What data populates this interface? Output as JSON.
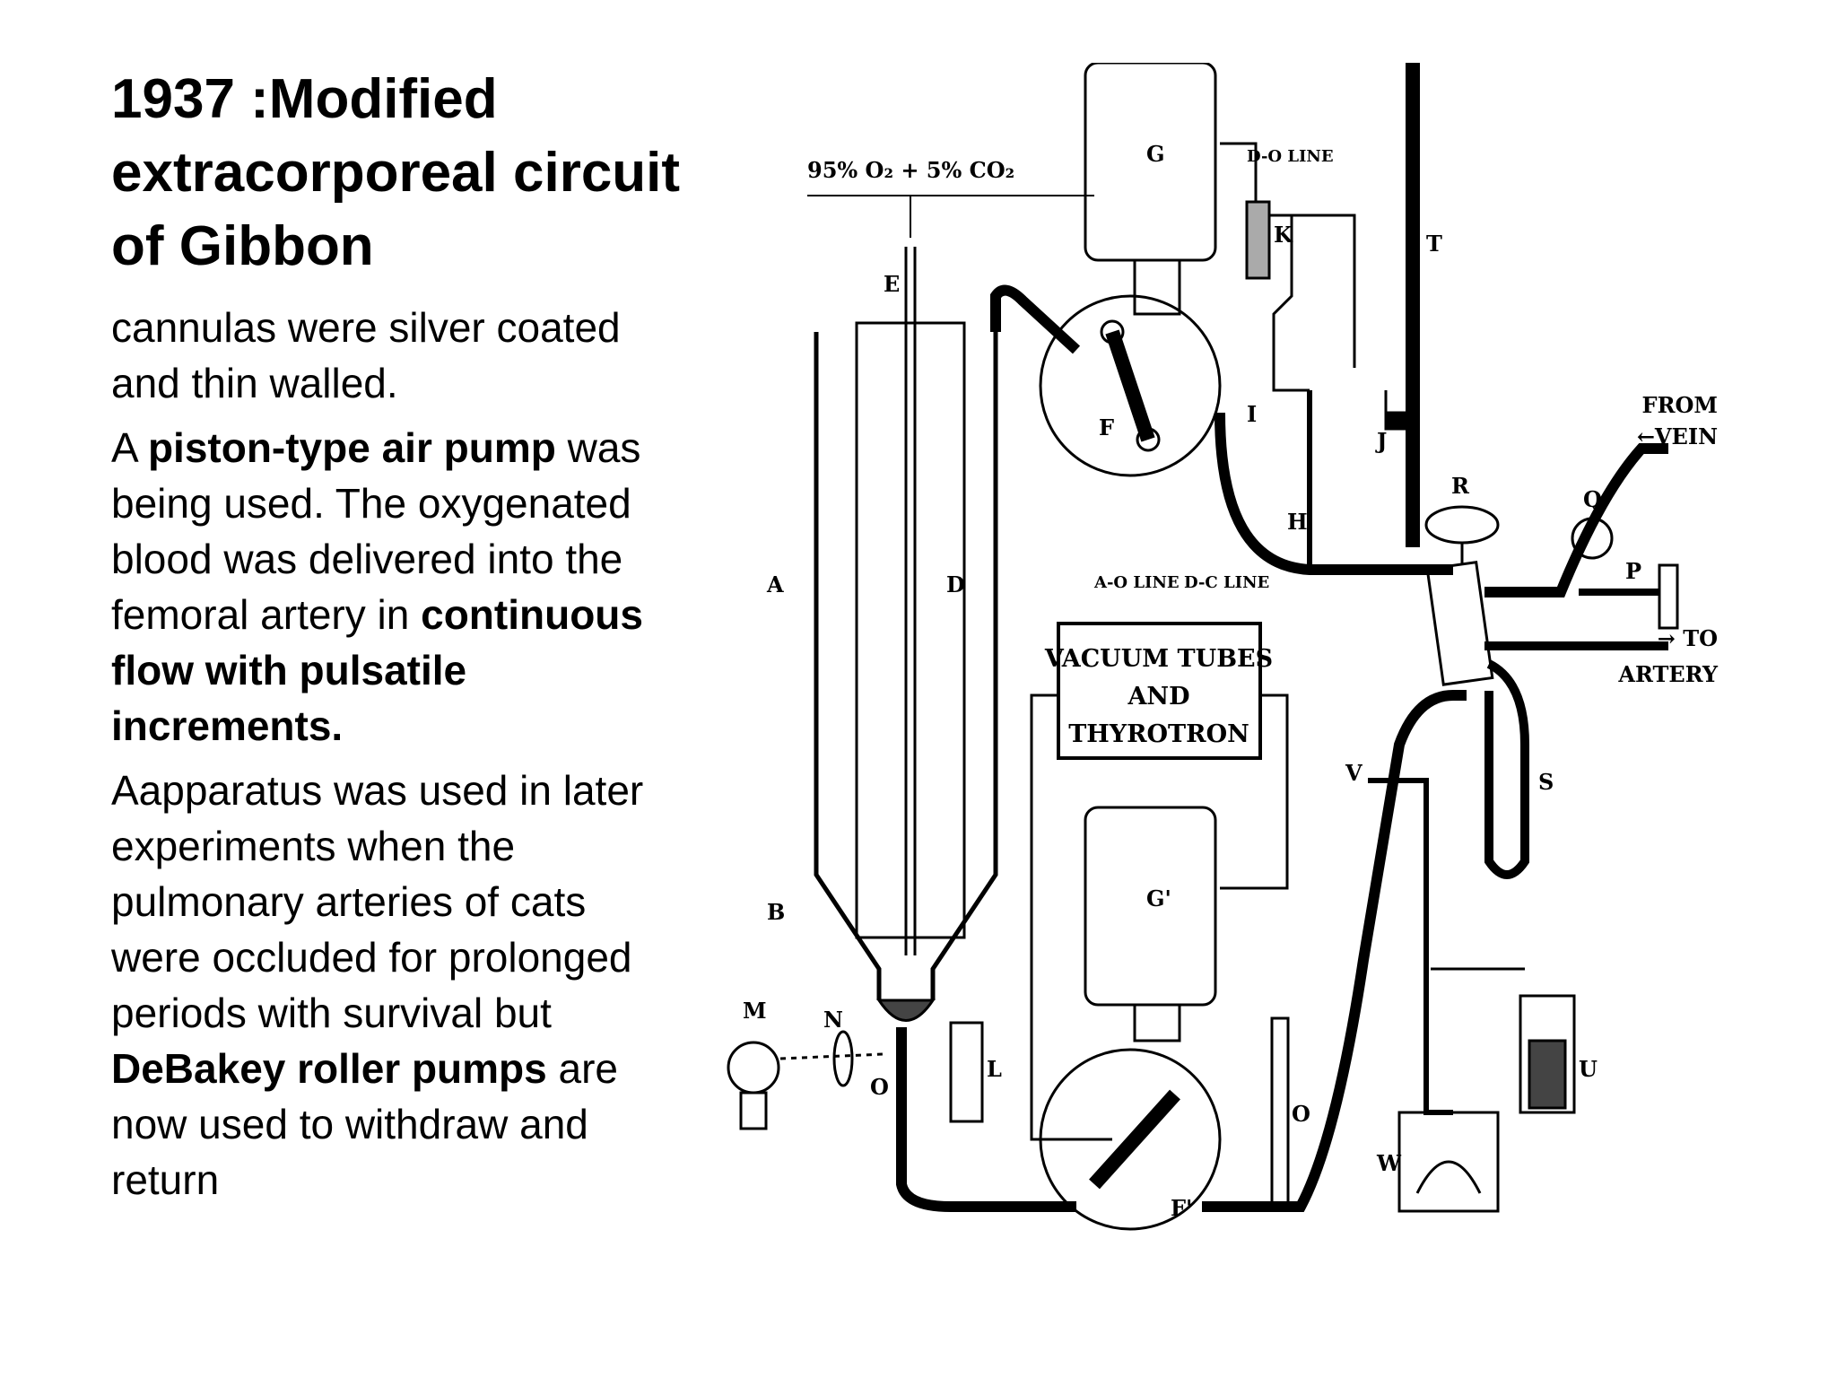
{
  "slide": {
    "title": "1937 :Modified extracorporeal circuit of Gibbon",
    "paragraphs": [
      {
        "runs": [
          {
            "text": "cannulas were silver coated and thin walled.",
            "bold": false
          }
        ]
      },
      {
        "runs": [
          {
            "text": " A ",
            "bold": false
          },
          {
            "text": "piston-type air pump",
            "bold": true
          },
          {
            "text": " was being used. The oxygenated blood was delivered into the femoral artery in ",
            "bold": false
          },
          {
            "text": "continuous flow with pulsatile increments.",
            "bold": true
          }
        ]
      },
      {
        "runs": [
          {
            "text": "Aapparatus was used in later experiments when the pulmonary arteries of cats were occluded for prolonged periods with survival but ",
            "bold": false
          },
          {
            "text": "DeBakey roller pumps",
            "bold": true
          },
          {
            "text": " are now used to withdraw and return",
            "bold": false
          }
        ]
      }
    ]
  },
  "figure": {
    "gas_label": "95% O₂ + 5% CO₂",
    "box_lines": [
      "VACUUM TUBES",
      "AND",
      "THYROTRON"
    ],
    "line_labels": {
      "do": "D-O LINE",
      "ao": "A-O LINE",
      "dc": "D-C LINE"
    },
    "from_vein": [
      "FROM",
      "←VEIN"
    ],
    "to_artery": [
      "→ TO",
      "ARTERY"
    ],
    "letters": {
      "A": "A",
      "B": "B",
      "D": "D",
      "E": "E",
      "F": "F",
      "F2": "F'",
      "G": "G",
      "G2": "G'",
      "H": "H",
      "I": "I",
      "J": "J",
      "K": "K",
      "L": "L",
      "M": "M",
      "N": "N",
      "O": "O",
      "O2": "O",
      "P": "P",
      "Q": "Q",
      "R": "R",
      "S": "S",
      "T": "T",
      "U": "U",
      "V": "V",
      "W": "W"
    }
  }
}
